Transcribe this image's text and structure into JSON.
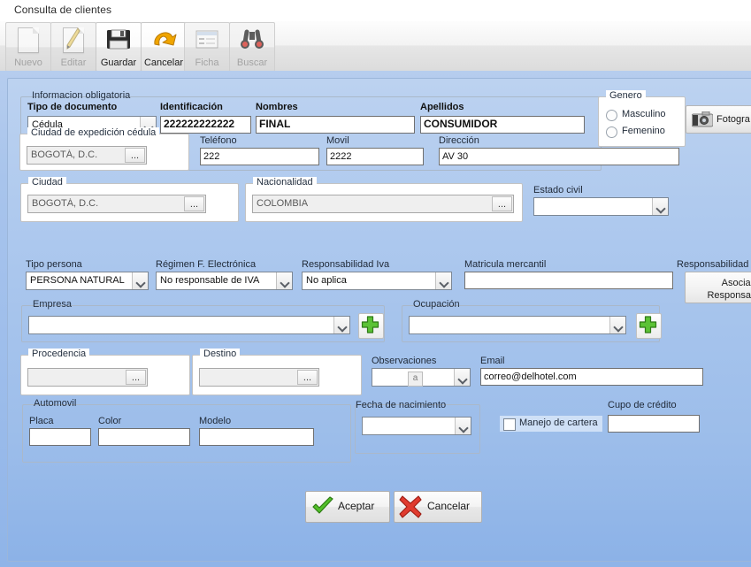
{
  "window": {
    "title": "Consulta de clientes"
  },
  "toolbar": {
    "buttons": [
      {
        "label": "Nuevo",
        "icon": "new-document-icon",
        "enabled": false
      },
      {
        "label": "Editar",
        "icon": "pencil-edit-icon",
        "enabled": false
      },
      {
        "label": "Guardar",
        "icon": "floppy-save-icon",
        "enabled": true
      },
      {
        "label": "Cancelar",
        "icon": "undo-arrow-icon",
        "enabled": true
      },
      {
        "label": "Ficha",
        "icon": "card-record-icon",
        "enabled": false
      },
      {
        "label": "Buscar",
        "icon": "binoculars-icon",
        "enabled": false
      }
    ]
  },
  "form": {
    "mandatory_group": {
      "caption": "Informacion obligatoria"
    },
    "tipo_documento": {
      "label": "Tipo de documento",
      "value": "Cédula"
    },
    "identificacion": {
      "label": "Identificación",
      "value": "222222222222"
    },
    "nombres": {
      "label": "Nombres",
      "value": "FINAL"
    },
    "apellidos": {
      "label": "Apellidos",
      "value": "CONSUMIDOR"
    },
    "ciudad_expedicion": {
      "caption": "Ciudad de expedición cédula",
      "value": "BOGOTÁ, D.C.",
      "picker": "..."
    },
    "telefono": {
      "label": "Teléfono",
      "value": "222"
    },
    "movil": {
      "label": "Movil",
      "value": "2222"
    },
    "direccion": {
      "label": "Dirección",
      "value": "AV 30"
    },
    "genero": {
      "caption": "Genero",
      "options": [
        "Masculino",
        "Femenino"
      ],
      "selected": ""
    },
    "fotografia": {
      "label": "Fotogra",
      "icon": "camera-icon"
    },
    "ciudad": {
      "caption": "Ciudad",
      "value": "BOGOTÁ, D.C.",
      "picker": "..."
    },
    "nacionalidad": {
      "caption": "Nacionalidad",
      "value": "COLOMBIA",
      "picker": "..."
    },
    "estado_civil": {
      "label": "Estado civil",
      "value": ""
    },
    "tipo_persona": {
      "label": "Tipo persona",
      "value": "PERSONA NATURAL"
    },
    "regimen": {
      "label": "Régimen F. Electrónica",
      "value": "No responsable de IVA"
    },
    "responsabilidad_iva": {
      "label": "Responsabilidad Iva",
      "value": "No aplica"
    },
    "matricula": {
      "label": "Matricula mercantil",
      "value": ""
    },
    "responsabilidad_f": {
      "label": "Responsabilidad F",
      "button_line1": "Asociar",
      "button_line2": "Responsabilid"
    },
    "empresa": {
      "caption": "Empresa",
      "value": "",
      "add_icon": "plus-icon"
    },
    "ocupacion": {
      "caption": "Ocupación",
      "value": "",
      "add_icon": "plus-icon"
    },
    "procedencia": {
      "caption": "Procedencia",
      "value": "",
      "picker": "..."
    },
    "destino": {
      "caption": "Destino",
      "value": "",
      "picker": "..."
    },
    "observaciones": {
      "label": "Observaciones",
      "value": "",
      "glyph": "a"
    },
    "email": {
      "label": "Email",
      "value": "correo@delhotel.com"
    },
    "automovil": {
      "caption": "Automovil",
      "placa": {
        "label": "Placa",
        "value": ""
      },
      "color": {
        "label": "Color",
        "value": ""
      },
      "modelo": {
        "label": "Modelo",
        "value": ""
      }
    },
    "fecha_nacimiento": {
      "label": "Fecha de nacimiento",
      "value": ""
    },
    "manejo_cartera": {
      "label": "Manejo de cartera",
      "checked": false
    },
    "cupo_credito": {
      "label": "Cupo de crédito",
      "value": ""
    }
  },
  "actions": {
    "aceptar": {
      "label": "Aceptar",
      "icon": "green-check-icon"
    },
    "cancelar": {
      "label": "Cancelar",
      "icon": "red-x-icon"
    }
  },
  "colors": {
    "accent": "#9dbdeb",
    "ok": "#4caf20",
    "danger": "#d93025"
  }
}
